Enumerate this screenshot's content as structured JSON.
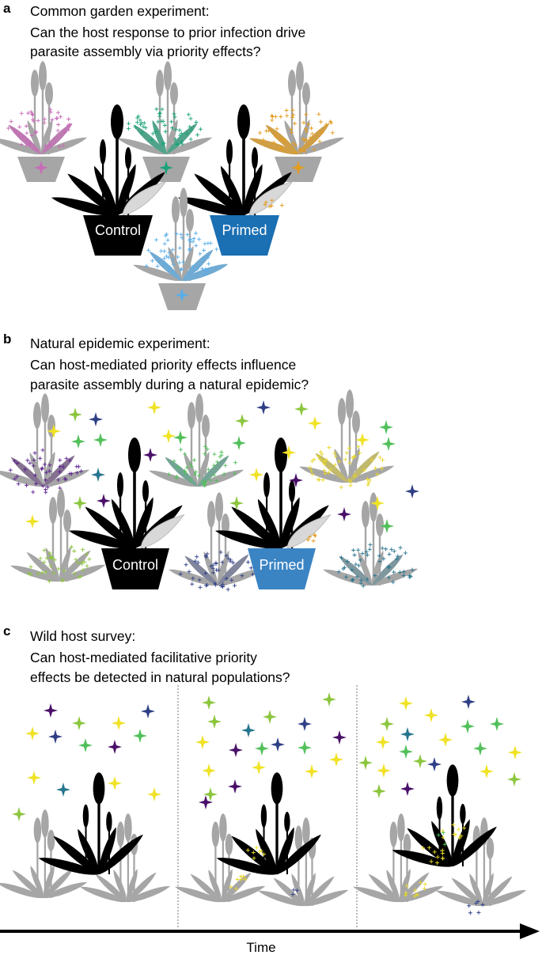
{
  "panels": [
    {
      "letter": "a",
      "title": "Common garden experiment:",
      "question_line1": "Can the host response to prior infection drive",
      "question_line2": "parasite assembly via priority effects?",
      "control_label": "Control",
      "primed_label": "Primed"
    },
    {
      "letter": "b",
      "title": "Natural epidemic experiment:",
      "question_line1": "Can host-mediated priority effects influence",
      "question_line2": "parasite assembly during a natural epidemic?",
      "control_label": "Control",
      "primed_label": "Primed"
    },
    {
      "letter": "c",
      "title": "Wild host survey:",
      "question_line1": "Can host-mediated facilitative priority",
      "question_line2": "effects be detected in natural populations?"
    }
  ],
  "time_axis_label": "Time",
  "colors": {
    "host_black": "#000000",
    "plant_grey": "#a6a6a6",
    "pot_grey": "#a6a6a6",
    "primed_blue_a": "#1b6fb3",
    "primed_blue_b": "#3b84c4",
    "parasite_pink": "#c86ab8",
    "parasite_teal": "#1aa37a",
    "parasite_orange": "#e39b1b",
    "parasite_lightblue": "#5aaee8",
    "parasite_yellow": "#f0e225",
    "parasite_green": "#52c05a",
    "parasite_lime": "#8cc63f",
    "parasite_navy": "#2f3f86",
    "parasite_purple": "#4a1069",
    "parasite_cyan": "#27758e"
  }
}
